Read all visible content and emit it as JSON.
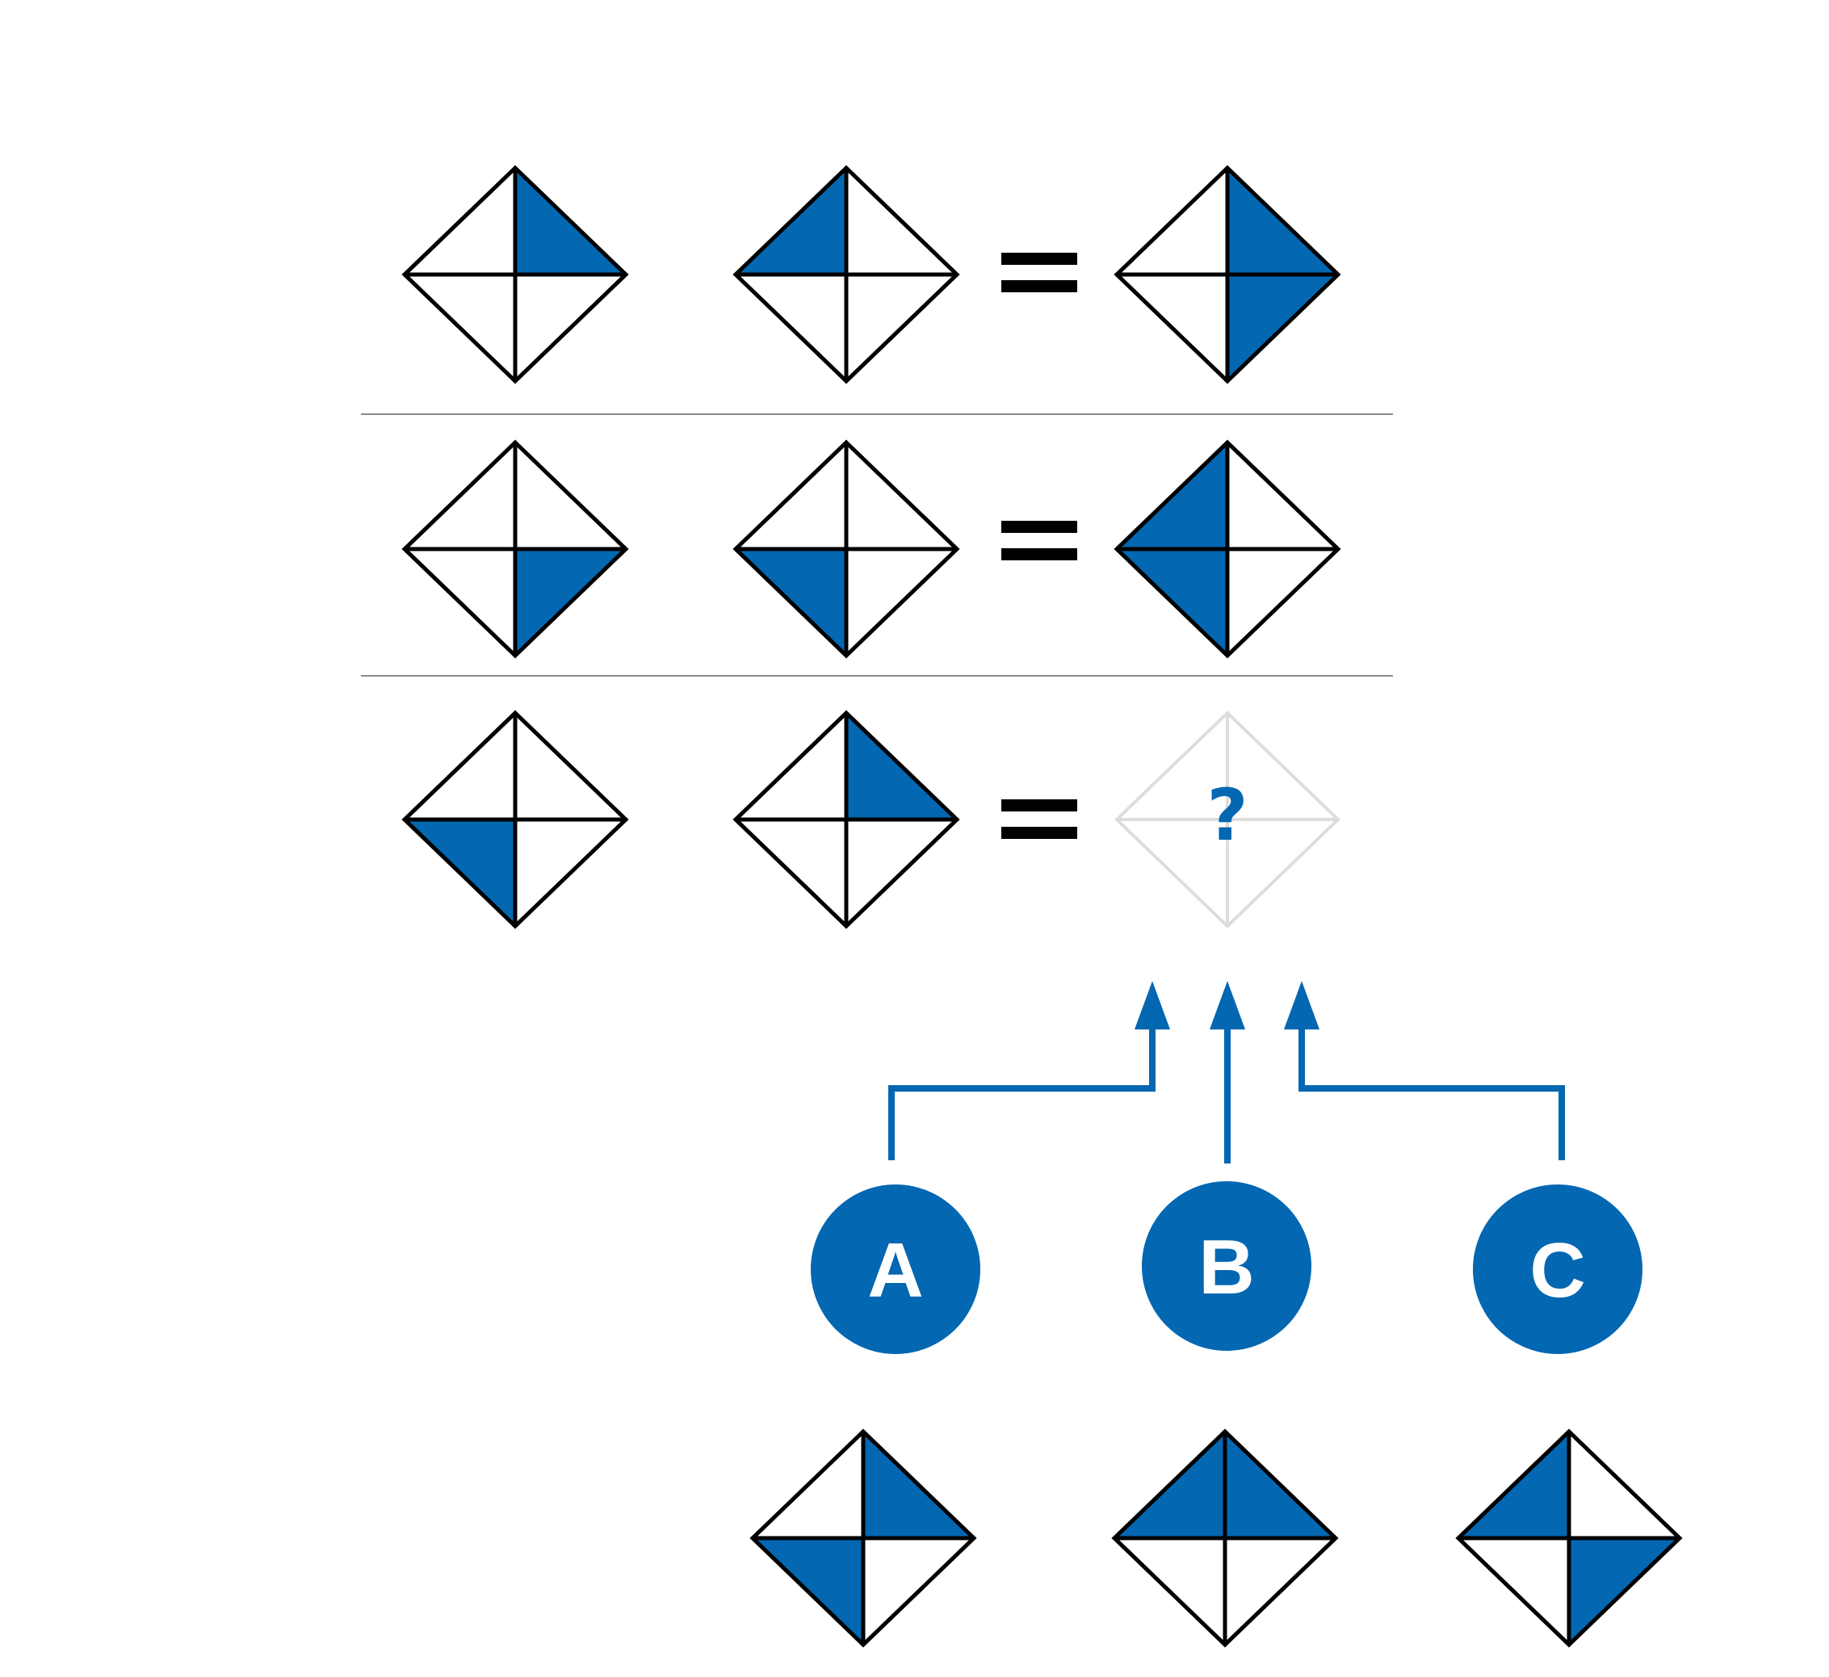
{
  "colors": {
    "fill": "#0367b2",
    "stroke": "#000000",
    "ghost": "#dddddd",
    "accent": "#0367b2",
    "divider": "#8a8a8a"
  },
  "equals_symbol": "=",
  "question_mark": "?",
  "quadrant_order": [
    "top-left",
    "top-right",
    "bottom-right",
    "bottom-left"
  ],
  "rows": [
    {
      "left": [
        0,
        1,
        0,
        0
      ],
      "right": [
        1,
        0,
        0,
        0
      ],
      "result": [
        0,
        1,
        1,
        0
      ]
    },
    {
      "left": [
        0,
        0,
        1,
        0
      ],
      "right": [
        0,
        0,
        0,
        1
      ],
      "result": [
        1,
        0,
        0,
        1
      ]
    },
    {
      "left": [
        0,
        0,
        0,
        1
      ],
      "right": [
        0,
        1,
        0,
        0
      ],
      "result": null
    }
  ],
  "options": [
    {
      "label": "A",
      "pattern": [
        0,
        1,
        0,
        1
      ]
    },
    {
      "label": "B",
      "pattern": [
        1,
        1,
        0,
        0
      ]
    },
    {
      "label": "C",
      "pattern": [
        1,
        0,
        1,
        0
      ]
    }
  ]
}
